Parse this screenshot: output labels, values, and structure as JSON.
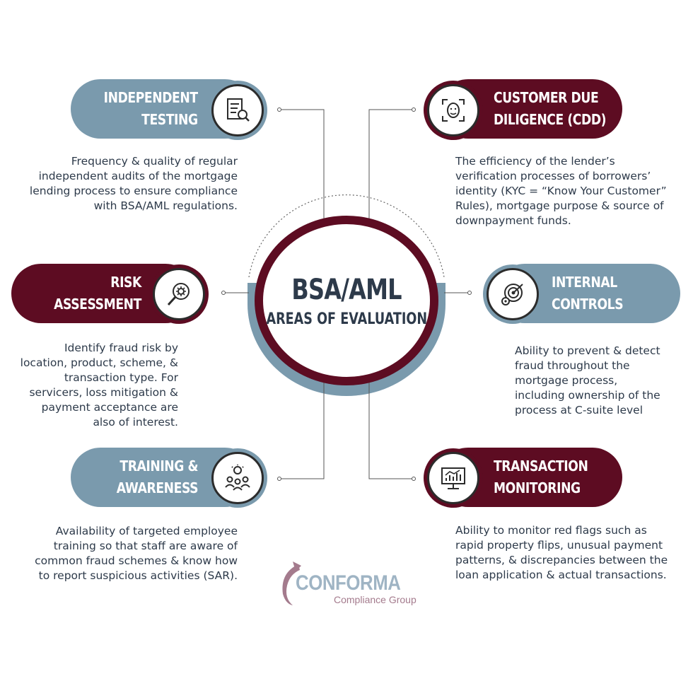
{
  "center": {
    "title": "BSA/AML",
    "subtitle": "AREAS OF EVALUATION"
  },
  "cards": {
    "independent_testing": {
      "title_line1": "INDEPENDENT",
      "title_line2": "TESTING",
      "icon": "checklist-magnifier-icon",
      "desc": [
        "Frequency & quality of regular",
        "independent audits of the mortgage",
        "lending process to ensure compliance",
        "with BSA/AML regulations."
      ]
    },
    "cdd": {
      "title_line1": "CUSTOMER DUE",
      "title_line2": "DILIGENCE (CDD)",
      "icon": "face-scan-icon",
      "desc": [
        "The efficiency of the lender’s",
        "verification processes of borrowers’",
        "identity (KYC = “Know Your Customer”",
        "Rules), mortgage purpose & source of",
        "downpayment funds."
      ]
    },
    "risk_assessment": {
      "title_line1": "RISK",
      "title_line2": "ASSESSMENT",
      "icon": "gear-magnifier-icon",
      "desc": [
        "Identify fraud risk by",
        "location, product, scheme, &",
        "transaction type. For",
        "servicers, loss mitigation &",
        "payment acceptance are",
        "also of interest."
      ]
    },
    "internal_controls": {
      "title_line1": "INTERNAL",
      "title_line2": "CONTROLS",
      "icon": "target-gear-icon",
      "desc": [
        "Ability to prevent & detect",
        "fraud throughout the",
        "mortgage process,",
        "including ownership of the",
        "process at C-suite level"
      ]
    },
    "training": {
      "title_line1": "TRAINING &",
      "title_line2": "AWARENESS",
      "icon": "team-idea-icon",
      "desc": [
        "Availability of targeted employee",
        "training so that staff are aware of",
        "common fraud schemes & know how",
        "to report suspicious activities (SAR)."
      ]
    },
    "transaction_monitoring": {
      "title_line1": "TRANSACTION",
      "title_line2": "MONITORING",
      "icon": "monitor-chart-icon",
      "desc": [
        "Ability to monitor red flags such as",
        "rapid property flips, unusual payment",
        "patterns, & discrepancies between the",
        "loan application & actual transactions."
      ]
    }
  },
  "logo": {
    "name": "CONFORMA",
    "subtitle": "Compliance Group"
  },
  "colors": {
    "blue": "#7a9aad",
    "maroon": "#5d0c22",
    "text": "#2d3a4a"
  }
}
